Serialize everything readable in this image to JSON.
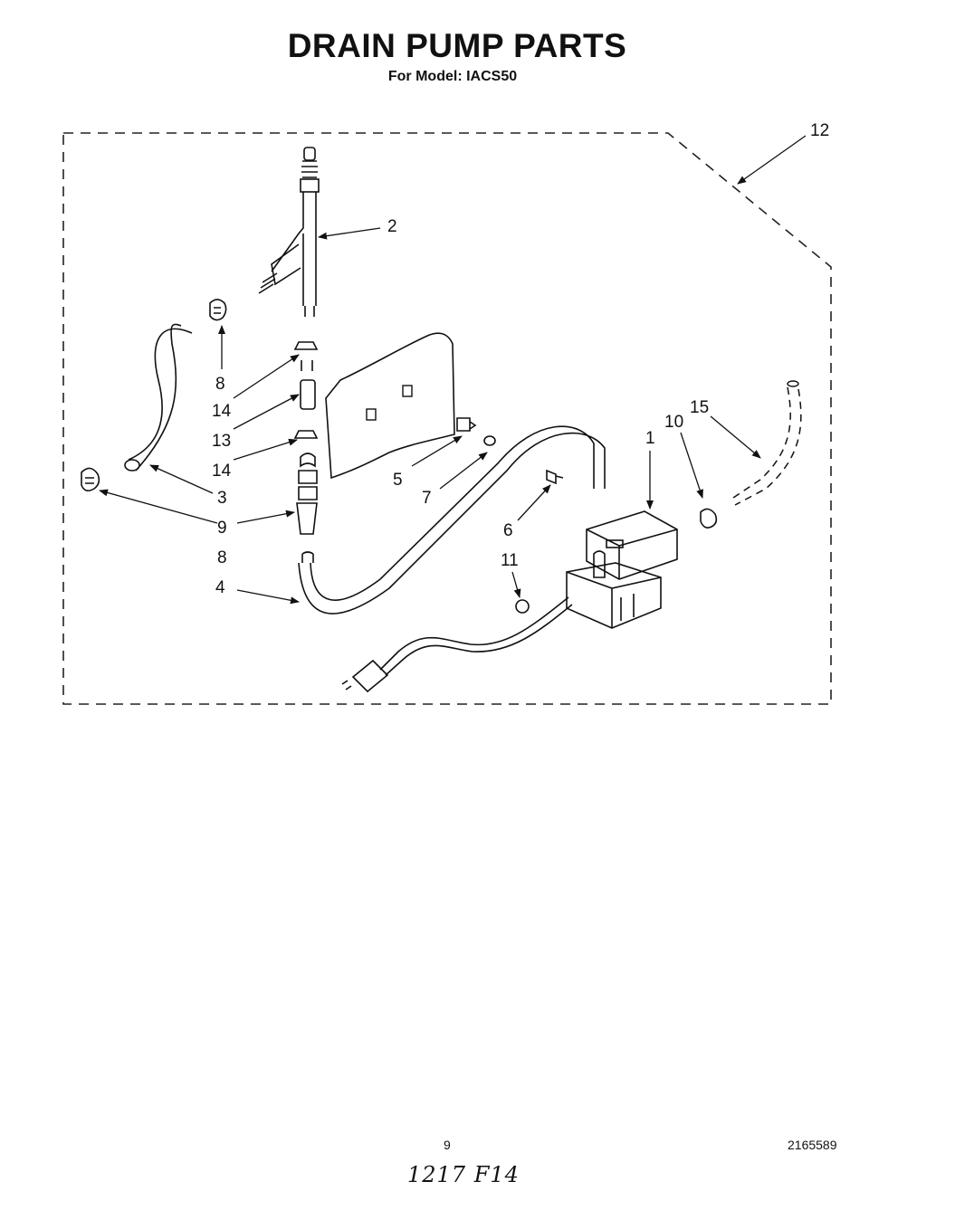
{
  "header": {
    "title": "DRAIN PUMP PARTS",
    "subtitle": "For Model: IACS50"
  },
  "callouts": {
    "c1": "1",
    "c2": "2",
    "c3": "3",
    "c4": "4",
    "c5": "5",
    "c6": "6",
    "c7": "7",
    "c8a": "8",
    "c8b": "8",
    "c9": "9",
    "c10": "10",
    "c11": "11",
    "c12": "12",
    "c13": "13",
    "c14a": "14",
    "c14b": "14",
    "c15": "15"
  },
  "footer": {
    "page_number": "9",
    "document_number": "2165589",
    "handwritten_note": "1217 F14"
  }
}
